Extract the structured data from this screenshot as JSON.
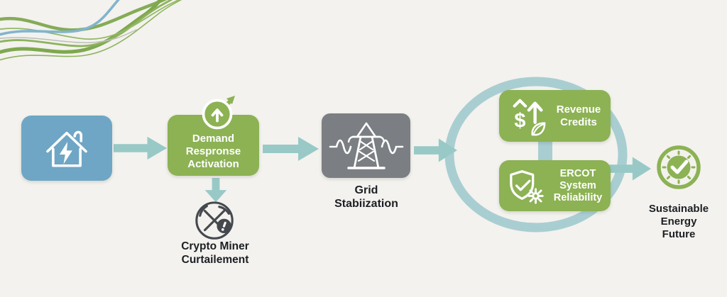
{
  "colors": {
    "bg": "#f3f2ee",
    "blue": "#6fa6c5",
    "green": "#8cb254",
    "teal": "#98c9c7",
    "ring": "#a9ced2",
    "gray": "#7b7e82",
    "dark": "#1c1f23",
    "icon_gray": "#45494e",
    "white": "#ffffff"
  },
  "icons": {
    "dollar_glyph": "$"
  },
  "nodes": {
    "home": {
      "icon": "house-lightning"
    },
    "demand": {
      "label": "Demand\nRespronse\nActivation",
      "icon": "trend-up-circle"
    },
    "crypto": {
      "label": "Crypto Miner\nCurtailement",
      "icon": "pickaxes-alert"
    },
    "grid": {
      "label": "Grid\nStabiization",
      "icon": "transmission-tower"
    },
    "revenue": {
      "label": "Revenue\nCredits",
      "icon": "dollar-growth-leaf"
    },
    "ercot": {
      "label": "ERCOT\nSystem\nReliability",
      "icon": "shield-check-gear"
    },
    "sustain": {
      "label": "Sustainable\nEnergy\nFuture",
      "icon": "sun-check"
    }
  }
}
